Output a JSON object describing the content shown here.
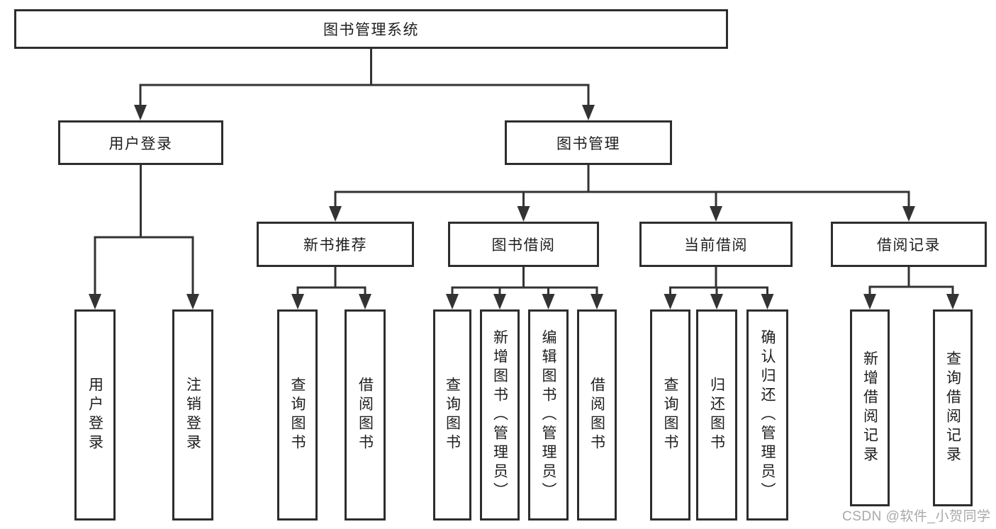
{
  "diagram": {
    "title": "图书管理系统",
    "tree": {
      "root": {
        "label": "图书管理系统"
      },
      "level2": [
        {
          "label": "用户登录",
          "parent": "图书管理系统"
        },
        {
          "label": "图书管理",
          "parent": "图书管理系统"
        }
      ],
      "level3": [
        {
          "label": "新书推荐",
          "parent": "图书管理"
        },
        {
          "label": "图书借阅",
          "parent": "图书管理"
        },
        {
          "label": "当前借阅",
          "parent": "图书管理"
        },
        {
          "label": "借阅记录",
          "parent": "图书管理"
        }
      ],
      "leaves": [
        {
          "label": "用户登录",
          "parent": "用户登录"
        },
        {
          "label": "注销登录",
          "parent": "用户登录"
        },
        {
          "label": "查询图书",
          "parent": "新书推荐"
        },
        {
          "label": "借阅图书",
          "parent": "新书推荐"
        },
        {
          "label": "查询图书",
          "parent": "图书借阅"
        },
        {
          "label": "新增图书（管理员）",
          "parent": "图书借阅"
        },
        {
          "label": "编辑图书（管理员）",
          "parent": "图书借阅"
        },
        {
          "label": "借阅图书",
          "parent": "图书借阅"
        },
        {
          "label": "查询图书",
          "parent": "当前借阅"
        },
        {
          "label": "归还图书",
          "parent": "当前借阅"
        },
        {
          "label": "确认归还（管理员）",
          "parent": "当前借阅"
        },
        {
          "label": "新增借阅记录",
          "parent": "借阅记录"
        },
        {
          "label": "查询借阅记录",
          "parent": "借阅记录"
        }
      ]
    }
  },
  "watermark": {
    "text": "CSDN @软件_小贺同学"
  },
  "colors": {
    "line": "#333333",
    "border": "#2d2d2d",
    "text": "#1e1e1e",
    "watermark": "#a9a9ab",
    "background": "#ffffff"
  }
}
